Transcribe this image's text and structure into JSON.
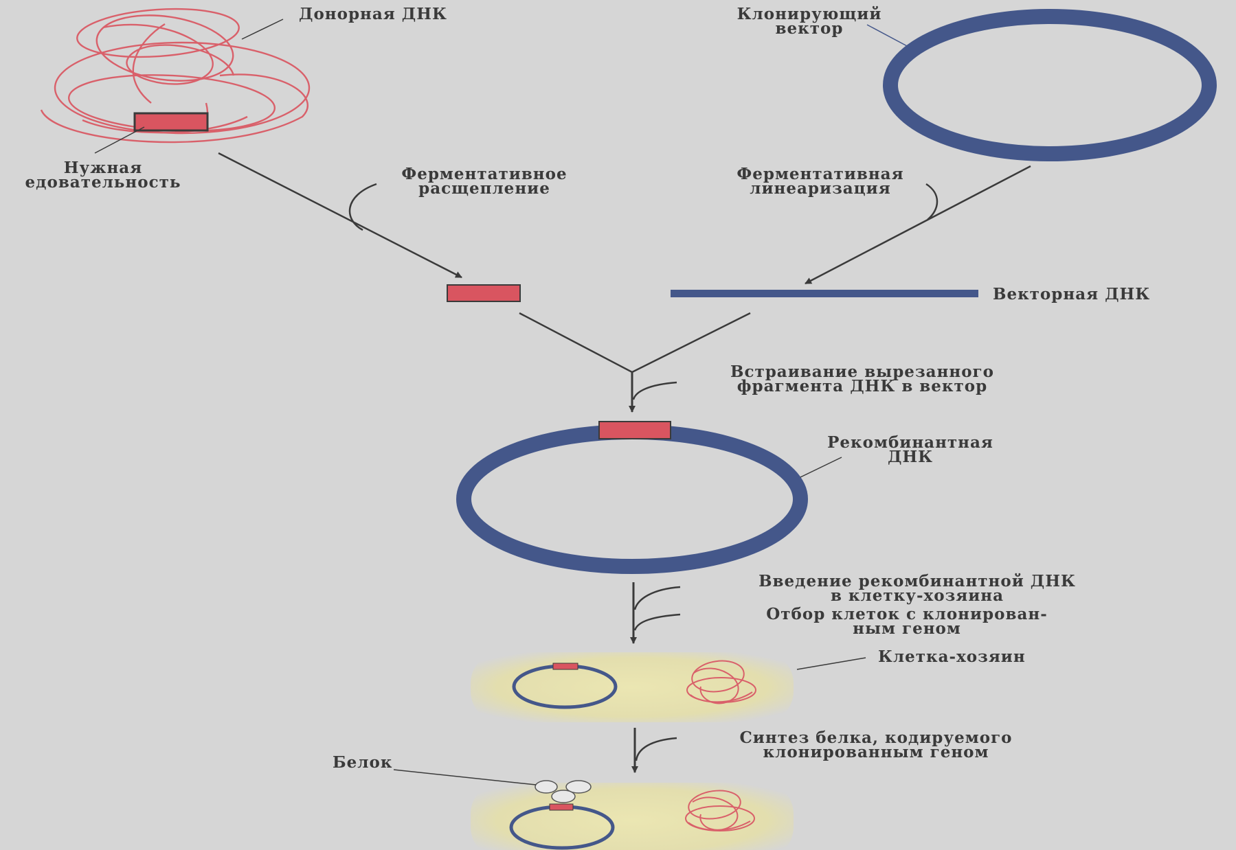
{
  "labels": {
    "donor_dna": "Донорная ДНК",
    "cloning_vector": [
      "Клонирующий",
      "вектор"
    ],
    "needed_sequence": [
      "Нужная",
      "едовательность"
    ],
    "enzymatic_cleavage": [
      "Ферментативное",
      "расщепление"
    ],
    "enzymatic_linearization": [
      "Ферментативная",
      "линеаризация"
    ],
    "vector_dna": "Векторная ДНК",
    "insertion": [
      "Встраивание вырезанного",
      "фрагмента ДНК в вектор"
    ],
    "recombinant_dna": [
      "Рекомбинантная",
      "ДНК"
    ],
    "introduction": [
      "Введение рекомбинантной ДНК",
      "в клетку-хозяина"
    ],
    "selection": [
      "Отбор клеток с клонирован-",
      "ным геном"
    ],
    "host_cell": "Клетка-хозяин",
    "protein_synthesis": [
      "Синтез белка, кодируемого",
      "клонированным геном"
    ],
    "protein": "Белок"
  },
  "colors": {
    "background": "#d6d6d6",
    "donor_dna": "#d9606a",
    "insert_fill": "#d95560",
    "vector": "#44578a",
    "arrow": "#3a3a3a",
    "cell": "#e6e2b0",
    "text": "#3a3a3a"
  }
}
